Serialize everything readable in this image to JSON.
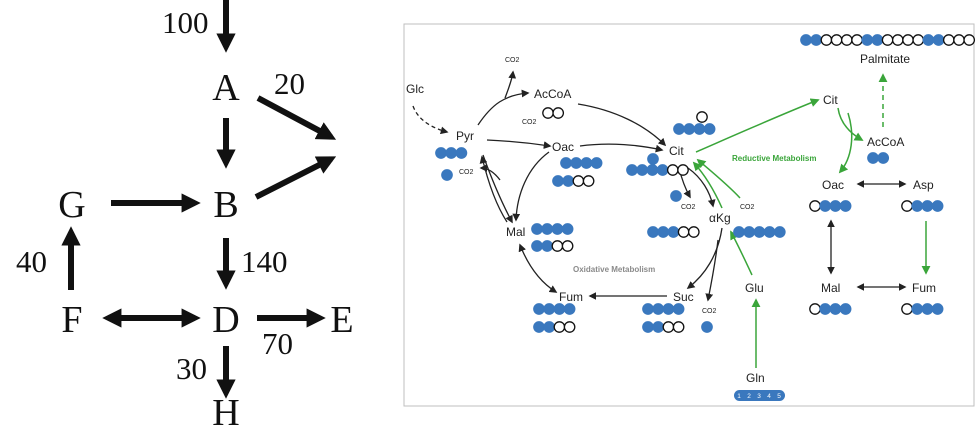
{
  "left_network": {
    "nodes": {
      "A": "A",
      "B": "B",
      "D": "D",
      "E": "E",
      "F": "F",
      "G": "G",
      "H": "H"
    },
    "flux_labels": {
      "in": "100",
      "a_out": "20",
      "d_to_b": "140",
      "f_to_g": "40",
      "d_to_e": "70",
      "d_to_h": "30"
    }
  },
  "right_pathway": {
    "metabolites": {
      "glc": "Glc",
      "pyr": "Pyr",
      "accoa_left": "AcCoA",
      "oac_left": "Oac",
      "cit_left": "Cit",
      "akg": "αKg",
      "mal_left": "Mal",
      "fum_left": "Fum",
      "suc": "Suc",
      "glu": "Glu",
      "gln": "Gln",
      "palmitate": "Palmitate",
      "cit_right": "Cit",
      "accoa_right": "AcCoA",
      "oac_right": "Oac",
      "asp": "Asp",
      "mal_right": "Mal",
      "fum_right": "Fum"
    },
    "co2_labels": {
      "pyr": "CO2",
      "oac_branch": "CO2",
      "top": "CO2",
      "cit_a": "CO2",
      "cit_b": "CO2",
      "suc": "CO2"
    },
    "region_labels": {
      "reductive": "Reductive Metabolism",
      "oxidative": "Oxidative Metabolism"
    },
    "gln_carbons": [
      "1",
      "2",
      "3",
      "4",
      "5"
    ],
    "colors": {
      "filled": "#3a78be",
      "empty": "#ffffff",
      "green": "#3aa53a",
      "arrow": "#222222"
    }
  }
}
